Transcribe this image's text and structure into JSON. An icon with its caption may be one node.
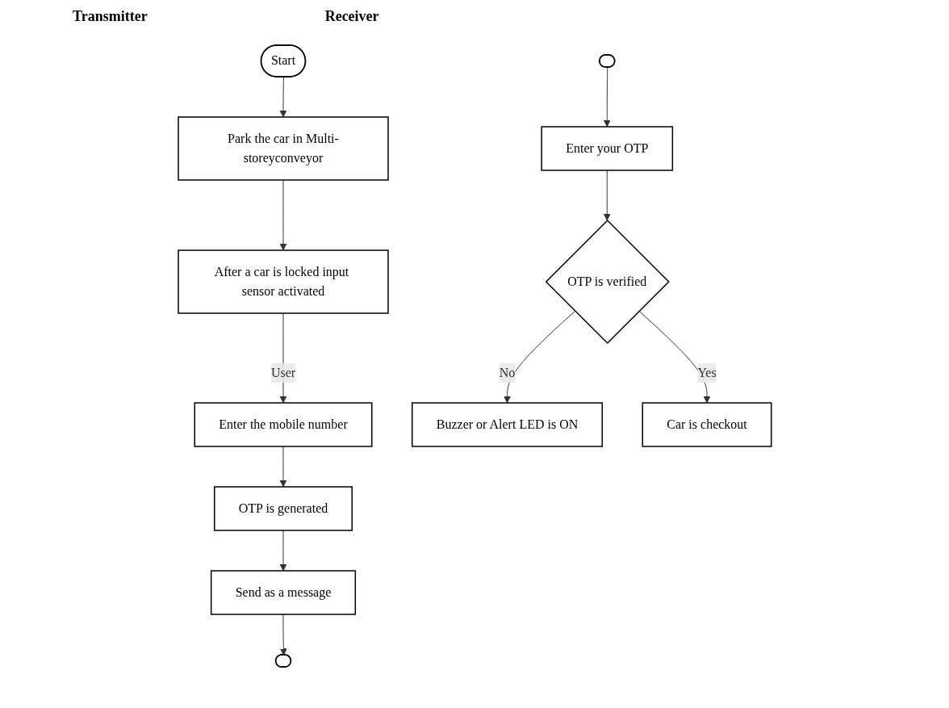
{
  "diagram": {
    "nodes": [
      {
        "text": [
          "Start"
        ]
      },
      {
        "text": [
          "Park the car in Multi-storeyconveyor"
        ]
      },
      {
        "text": [
          "After a car is locked input sensor activated"
        ]
      },
      {
        "text": [
          "Enter the mobile number"
        ]
      },
      {
        "text": [
          "OTP is generated"
        ]
      },
      {
        "text": [
          "Send as a message"
        ]
      },
      {
        "text": [],
        "shape": "ellipse"
      },
      {
        "text": [],
        "shape": "ellipse"
      },
      {
        "text": [
          "Enter your OTP"
        ]
      },
      {
        "text": [
          "OTP is verified"
        ]
      },
      {
        "text": [
          "Buzzer or Alert LED is ON"
        ]
      },
      {
        "text": [
          "Car is checkout"
        ]
      }
    ],
    "edges": [
      {
        "from": 0,
        "to": 1,
        "arrow": "to"
      },
      {
        "from": 1,
        "to": 2,
        "arrow": "to"
      },
      {
        "from": 2,
        "to": 3,
        "label": "User",
        "arrow": "to"
      },
      {
        "from": 3,
        "to": 4,
        "arrow": "to"
      },
      {
        "from": 4,
        "to": 5,
        "arrow": "to"
      },
      {
        "from": 5,
        "to": 6,
        "arrow": "to"
      },
      {
        "from": 7,
        "to": 8,
        "arrow": "to"
      },
      {
        "from": 8,
        "to": 9,
        "arrow": "to"
      },
      {
        "from": 9,
        "to": 10,
        "label": "No",
        "arrow": "to"
      },
      {
        "from": 9,
        "to": 11,
        "label": "Yes",
        "arrow": "to"
      }
    ],
    "labels": [
      "Transmitter",
      "Receiver"
    ]
  }
}
